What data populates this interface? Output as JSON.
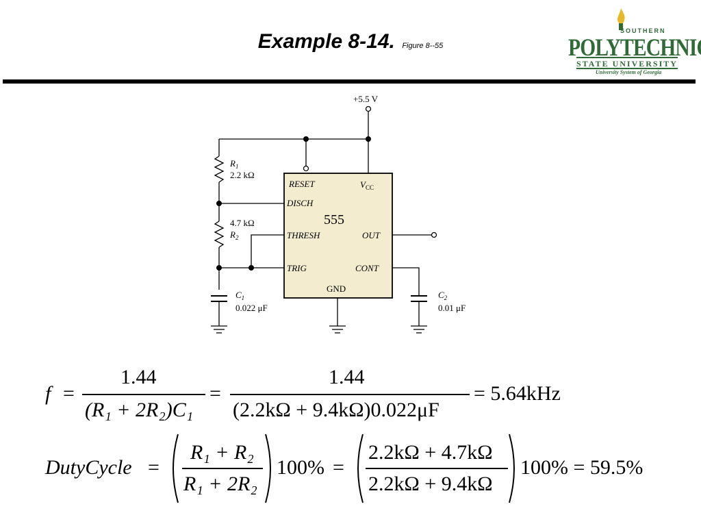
{
  "header": {
    "title": "Example 8-14.",
    "figure_ref": "Figure 8--55",
    "logo": {
      "southern": "SOUTHERN",
      "polytechnic": "POLYTECHNIC",
      "state_university": "STATE UNIVERSITY",
      "system": "University System of Georgia",
      "accent_color": "#2f6a37",
      "flame_color": "#e8b82b"
    }
  },
  "circuit": {
    "supply": "+5.5 V",
    "r1_name": "R",
    "r1_sub": "1",
    "r1_value": "2.2 kΩ",
    "r2_name": "R",
    "r2_sub": "2",
    "r2_value": "4.7 kΩ",
    "c1_name": "C",
    "c1_sub": "1",
    "c1_value": "0.022  μF",
    "c2_name": "C",
    "c2_sub": "2",
    "c2_value": "0.01  μF",
    "chip": {
      "name": "555",
      "fill": "#f3eccf",
      "pins": {
        "reset": "RESET",
        "vcc_main": "V",
        "vcc_sub": "CC",
        "disch": "DISCH",
        "thresh": "THRESH",
        "out": "OUT",
        "trig": "TRIG",
        "cont": "CONT",
        "gnd": "GND"
      }
    }
  },
  "equations": {
    "freq": {
      "lhs": "f",
      "num1": "1.44",
      "den1": "(R₁ + 2R₂)C₁",
      "num2": "1.44",
      "den2": "(2.2kΩ + 9.4kΩ)0.022μF",
      "result": "= 5.64kHz"
    },
    "duty": {
      "lhs": "DutyCycle",
      "num1": "R₁ + R₂",
      "den1": "R₁ + 2R₂",
      "pct1": "100%",
      "num2": "2.2kΩ + 4.7kΩ",
      "den2": "2.2kΩ + 9.4kΩ",
      "result": "100% = 59.5%"
    }
  }
}
